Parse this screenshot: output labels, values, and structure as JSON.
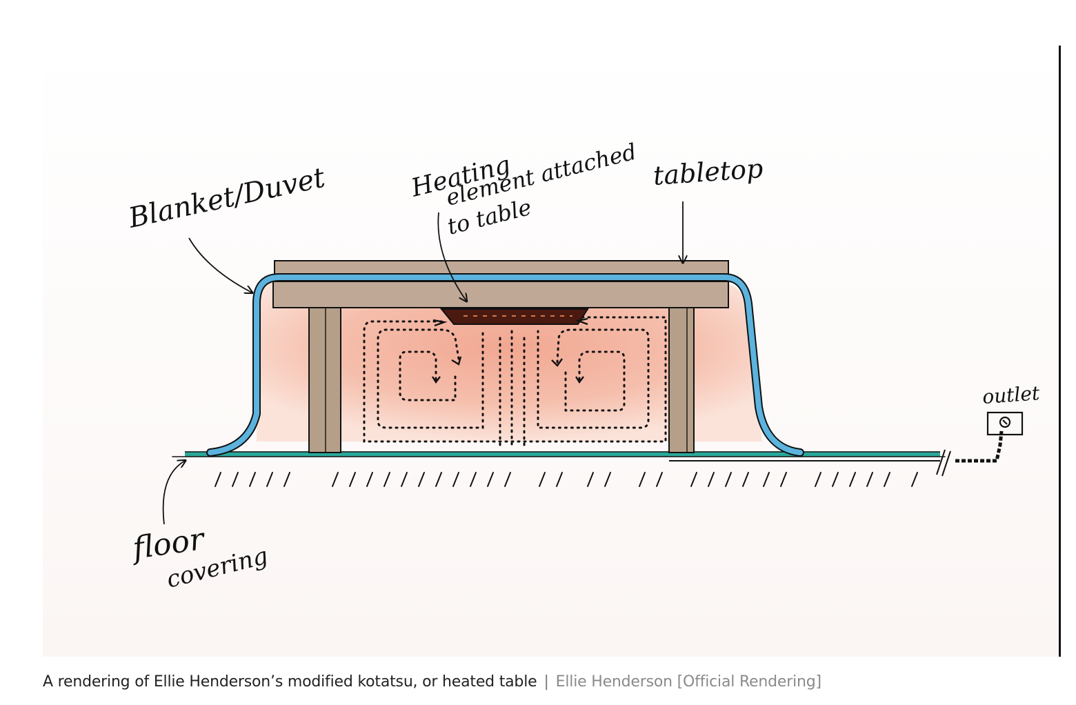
{
  "diagram": {
    "labels": {
      "blanket": "Blanket/Duvet",
      "heating_line1": "Heating",
      "heating_line2": "element attached",
      "heating_line3": "to table",
      "tabletop": "tabletop",
      "outlet": "outlet",
      "floor_line1": "floor",
      "floor_line2": "covering"
    },
    "colors": {
      "blanket": "#5bb3de",
      "tabletop": "#bfa996",
      "legs": "#b59f89",
      "warm_air": "#f2ad98",
      "floor_covering": "#2aa89a",
      "heater": "#4a1a10",
      "ink": "#111111"
    }
  },
  "caption": {
    "text": "A rendering of Ellie Henderson’s modified kotatsu, or heated table",
    "separator": "|",
    "credit": "Ellie Henderson [Official Rendering]"
  }
}
